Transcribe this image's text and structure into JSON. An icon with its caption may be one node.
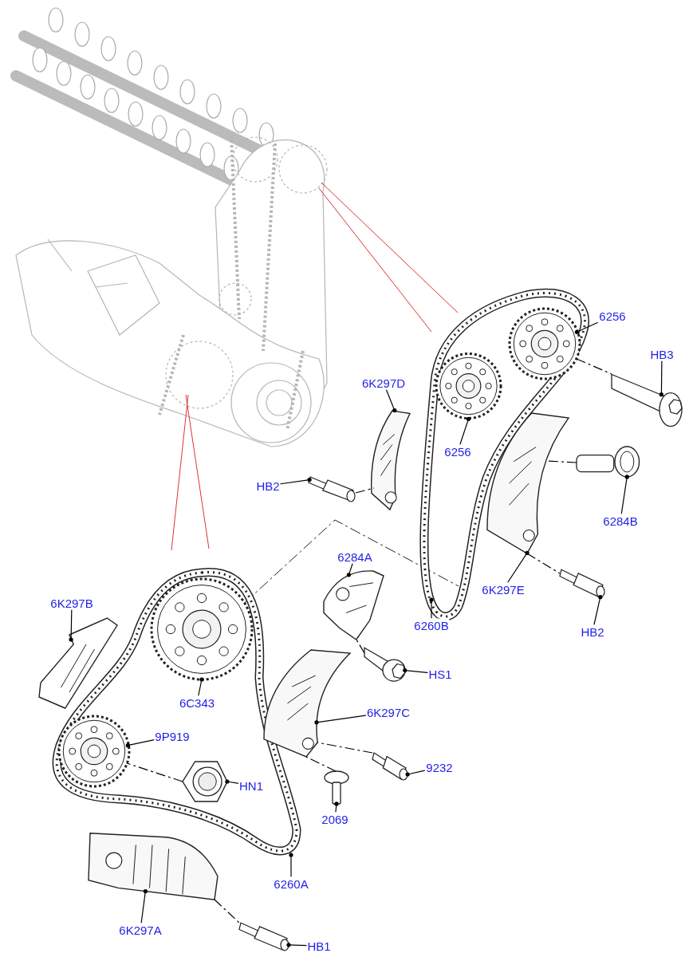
{
  "diagram": {
    "nodes": [
      {
        "text": [
          "6256"
        ]
      },
      {
        "text": [
          "HB3"
        ]
      },
      {
        "text": [
          "6K297D"
        ]
      },
      {
        "text": [
          "6256"
        ]
      },
      {
        "text": [
          "HB2"
        ]
      },
      {
        "text": [
          "6284B"
        ]
      },
      {
        "text": [
          "6284A"
        ]
      },
      {
        "text": [
          "6K297E"
        ]
      },
      {
        "text": [
          "6K297B"
        ]
      },
      {
        "text": [
          "6260B"
        ]
      },
      {
        "text": [
          "HB2"
        ]
      },
      {
        "text": [
          "HS1"
        ]
      },
      {
        "text": [
          "6C343"
        ]
      },
      {
        "text": [
          "6K297C"
        ]
      },
      {
        "text": [
          "9P919"
        ]
      },
      {
        "text": [
          "9232"
        ]
      },
      {
        "text": [
          "HN1"
        ]
      },
      {
        "text": [
          "2069"
        ]
      },
      {
        "text": [
          "6260A"
        ]
      },
      {
        "text": [
          "6K297A"
        ]
      },
      {
        "text": [
          "HB1"
        ]
      },
      {
        "text": [],
        "shape": "picture"
      },
      {
        "text": [],
        "shape": "picture"
      },
      {
        "text": [],
        "shape": "picture"
      },
      {
        "text": [],
        "shape": "picture"
      },
      {
        "text": [],
        "shape": "picture"
      },
      {
        "text": [],
        "shape": "picture"
      },
      {
        "text": [],
        "shape": "picture"
      },
      {
        "text": [],
        "shape": "picture"
      },
      {
        "text": [],
        "shape": "picture"
      },
      {
        "text": [],
        "shape": "picture"
      },
      {
        "text": [],
        "shape": "picture"
      },
      {
        "text": [],
        "shape": "picture"
      },
      {
        "text": [],
        "shape": "picture"
      },
      {
        "text": [],
        "shape": "picture"
      },
      {
        "text": [],
        "shape": "picture"
      },
      {
        "text": [],
        "shape": "picture"
      },
      {
        "text": [],
        "shape": "picture"
      },
      {
        "text": [],
        "shape": "picture"
      },
      {
        "text": [],
        "shape": "picture"
      }
    ],
    "edges": [
      {
        "from": 0,
        "to": 21,
        "arrow": "other"
      },
      {
        "from": 1,
        "to": 22,
        "arrow": "other"
      },
      {
        "from": 2,
        "to": 23,
        "arrow": "other"
      },
      {
        "from": 3,
        "to": 24,
        "arrow": "other"
      },
      {
        "from": 4,
        "to": 25,
        "arrow": "other"
      },
      {
        "from": 5,
        "to": 26,
        "arrow": "other"
      },
      {
        "from": 6,
        "to": 27,
        "arrow": "other"
      },
      {
        "from": 7,
        "to": 28,
        "arrow": "other"
      },
      {
        "from": 8,
        "to": 29,
        "arrow": "other"
      },
      {
        "from": 9,
        "to": null,
        "arrow": "other"
      },
      {
        "from": 10,
        "to": 30,
        "arrow": "other"
      },
      {
        "from": 11,
        "to": 31,
        "arrow": "other"
      },
      {
        "from": 12,
        "to": 32,
        "arrow": "other"
      },
      {
        "from": 13,
        "to": 33,
        "arrow": "other"
      },
      {
        "from": 14,
        "to": 34,
        "arrow": "other"
      },
      {
        "from": 15,
        "to": 35,
        "arrow": "other"
      },
      {
        "from": 16,
        "to": 36,
        "arrow": "other"
      },
      {
        "from": 17,
        "to": 37,
        "arrow": "other"
      },
      {
        "from": 18,
        "to": null,
        "arrow": "other"
      },
      {
        "from": 19,
        "to": 38,
        "arrow": "other"
      },
      {
        "from": 20,
        "to": 39,
        "arrow": "other"
      },
      {
        "from": 21,
        "to": 22,
        "arrow": "none",
        "style": "dashed"
      },
      {
        "from": 25,
        "to": 23,
        "arrow": "none",
        "style": "dashed"
      },
      {
        "from": 26,
        "to": 28,
        "arrow": "none",
        "style": "dashed"
      },
      {
        "from": 28,
        "to": 30,
        "arrow": "none",
        "style": "dashed"
      },
      {
        "from": 31,
        "to": 27,
        "arrow": "none",
        "style": "dashed"
      },
      {
        "from": 35,
        "to": 33,
        "arrow": "none",
        "style": "dashed"
      },
      {
        "from": 36,
        "to": 34,
        "arrow": "none",
        "style": "dashed"
      },
      {
        "from": 37,
        "to": 33,
        "arrow": "none",
        "style": "dashed"
      },
      {
        "from": 38,
        "to": 39,
        "arrow": "none",
        "style": "dashed"
      }
    ]
  }
}
